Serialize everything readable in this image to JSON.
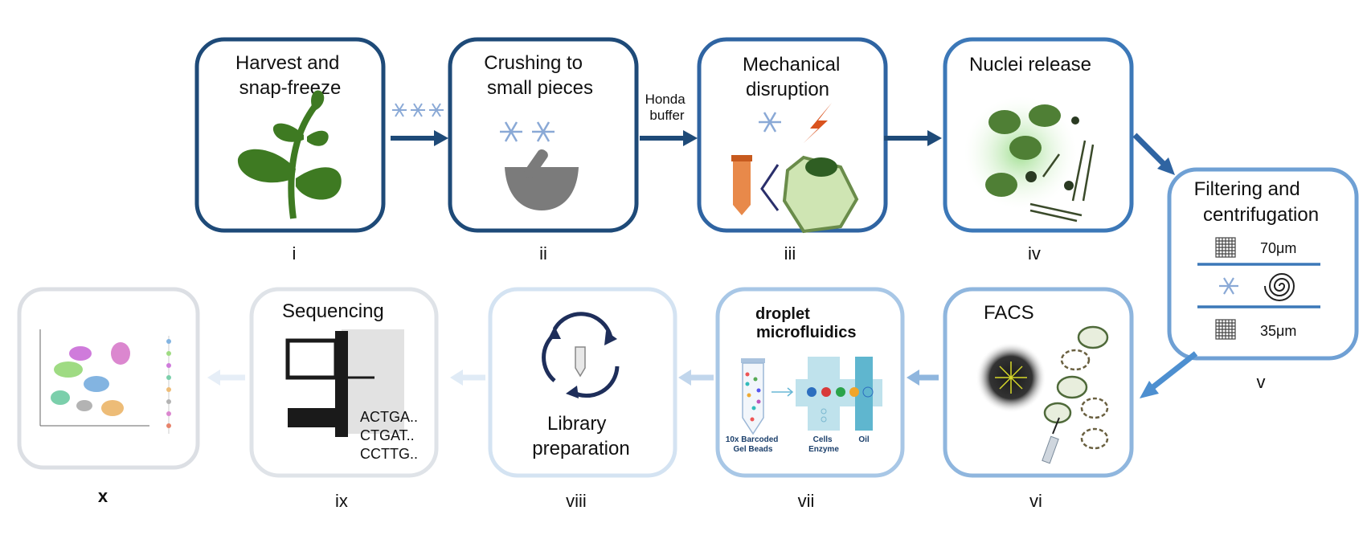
{
  "steps": [
    {
      "id": "i",
      "title_lines": [
        "Harvest and",
        "snap-freeze"
      ],
      "icon": "plant-icon",
      "number": "i"
    },
    {
      "id": "ii",
      "title_lines": [
        "Crushing to",
        "small pieces"
      ],
      "icon": "mortar-pestle-icon",
      "number": "ii"
    },
    {
      "id": "iii",
      "title_lines": [
        "Mechanical",
        "disruption"
      ],
      "icon": "cell-disruption-icon",
      "number": "iii"
    },
    {
      "id": "iv",
      "title_lines": [
        "Nuclei release"
      ],
      "icon": "nuclei-icon",
      "number": "iv"
    },
    {
      "id": "v",
      "title_lines": [
        "Filtering and",
        "centrifugation"
      ],
      "icon": "filter-icon",
      "number": "v",
      "filter_labels": [
        "70μm",
        "35μm"
      ]
    },
    {
      "id": "vi",
      "title_lines": [
        "FACS"
      ],
      "icon": "facs-icon",
      "number": "vi"
    },
    {
      "id": "vii",
      "title_lines": [
        "droplet",
        "microfluidics"
      ],
      "icon": "microfluidics-icon",
      "number": "vii",
      "sub_labels": {
        "beads": [
          "10x Barcoded",
          "Gel Beads"
        ],
        "cells": [
          "Cells",
          "Enzyme"
        ],
        "oil": "Oil"
      }
    },
    {
      "id": "viii",
      "title_lines": [
        "Library",
        "preparation"
      ],
      "icon": "recycle-tube-icon",
      "number": "viii"
    },
    {
      "id": "ix",
      "title_lines": [
        "Sequencing"
      ],
      "icon": "sequencer-icon",
      "number": "ix",
      "reads": [
        "ACTGA..",
        "CTGAT..",
        "CCTTG.."
      ]
    },
    {
      "id": "x",
      "title_lines": [],
      "icon": "umap-plot-icon",
      "number": "x"
    }
  ],
  "connector_labels": {
    "buffer": [
      "Honda",
      "buffer"
    ]
  },
  "colors": {
    "dark_blue": "#1e4a78",
    "mid_blue": "#3c78b8",
    "light_blue": "#8fb6de",
    "faint_blue": "#c9dcef",
    "plant_green": "#3e7a22",
    "nucleus_green": "#4f7f35"
  }
}
